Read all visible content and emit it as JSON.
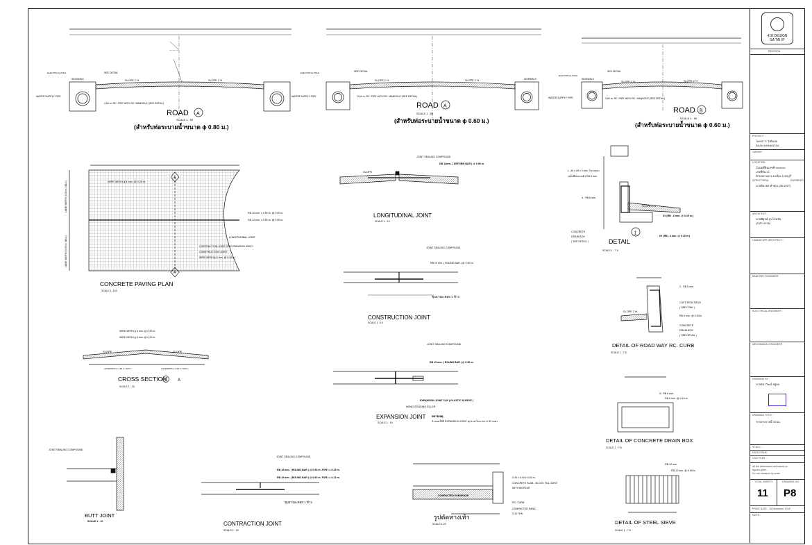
{
  "views": {
    "road_a1": {
      "title": "ROAD",
      "marker": "A",
      "scale": "SCALE          1 : 50",
      "note": "(สำหรับท่อระบายน้ำขนาด ϕ 0.80 ม.)",
      "pipe": "0.80 m. RC. PIPE WITH RC. MANHOLE (SEE DETAIL)"
    },
    "road_a2": {
      "title": "ROAD",
      "marker": "A",
      "scale": "SCALE          1 : 50",
      "note": "(สำหรับท่อระบายน้ำขนาด ϕ 0.60 ม.)",
      "pipe": "0.60 m. RC. PIPE WITH RC. MANHOLE (SEE DETAIL)"
    },
    "road_b": {
      "title": "ROAD",
      "marker": "B",
      "scale": "SCALE          1 : 50",
      "note": "(สำหรับท่อระบายน้ำขนาด ϕ 0.60 ม.)",
      "pipe": "0.60 m. RC. PIPE WITH RC. MANHOLE (SEE DETAIL)"
    },
    "labels": {
      "water": "WATER SUPPLY PIPE",
      "pole": "ELECTRICAL POLE",
      "see_detail": "SEE DETAIL",
      "sidewalk": "SIDEWALK",
      "slope": "SLOPE 2 %"
    },
    "paving": {
      "title": "CONCRETE PAVING PLAN",
      "scale": "SCALE                    1 :100",
      "n1": "WIRE MESH ϕ 6 mm. @ 0.25 m.",
      "n2": "RB 19 mm. x 0.50 m. @ 0.50 m.",
      "n3": "DB 12 mm. x 0.50 m. @ 0.50 m.",
      "n4": "LONGITUDINAL JOINT",
      "n5": "CONTRACTION JOINT OR EXPANSION JOINT",
      "n6": "CONSTRUCTION JOINT",
      "n7": "WIRE MESH ϕ 6 mm. @ 0.25 m.",
      "lane1": "LANE WIDTH (4.00 m. MAX.)",
      "lane2": "LANE WIDTH (4.00 m. MAX.)"
    },
    "cross": {
      "title": "CROSS SECTION",
      "scale": "SCALE                    1 : 20",
      "n1": "WIRE MESH ϕ 6 mm. @ 0.25 m.",
      "n2": "WIRE MESH ϕ 6 mm. @ 0.25 m.",
      "slope": "SLOPE",
      "w1": "LANEWIDTH ( 4.00 m. MAX )",
      "w2": "LANEWIDTH ( 4.00 m. MAX )"
    },
    "butt": {
      "title": "BUTT JOINT",
      "scale": "SCALE          1 : 10",
      "n1": "JOINT SEALING COMPOUND"
    },
    "long": {
      "title": "LONGITUDINAL  JOINT",
      "scale": "SCALE                              1 : 10",
      "n1": "JOINT SEALING COMPOUND",
      "n2": "DB 12mm. ( DEFORM BAR ) @ 0.50 m.",
      "slope": "SLOPE"
    },
    "constr": {
      "title": "CONSTRUCTION  JOINT",
      "scale": "SCALE                              1 : 10",
      "n1": "JOINT SEALING COMPOUND",
      "n2": "RB 19 mm. ( ROUND BAR ) @ 0.50 m.",
      "n3": "ชุบยางมะตอย 1 ข้าง"
    },
    "expan": {
      "title": "EXPANSION  JOINT",
      "scale": "SCALE                      1 : 10",
      "n1": "JOINT SEALING COMPOUND",
      "n2": "RB 19 mm. ( ROUND BAR ) @ 0.50 m.",
      "n3": "EXPANSION JOINT CAP ( PLASTIC SLEEVE )",
      "n4": "NONEXTRUDING FILLER",
      "n5": "หมายเหตุ",
      "n6": "กำหนดให้มี  EXPANSION JOINT ทุกระยะไม่มากกว่า 50 เมตร"
    },
    "contr": {
      "title": "CONTRACTION  JOINT",
      "scale": "SCALE                              1 : 10",
      "n1": "JOINT SEALING COMPOUND",
      "n2": "RB 19 mm. ( ROUND BAR ) @ 0.50 m. FOR t = 0.15 m.",
      "n3": "RB 19 mm. ( ROUND BAR ) @ 0.60 m. FOR t = 0.12 m.",
      "n4": "ชุบยางมะตอย 1 ข้าง"
    },
    "sidewalk_sec": {
      "title": "รูปตัดทางเท้า",
      "scale": "SCALE               1:20",
      "n1": "0.40 x 0.40 x 0.04 m.",
      "n2": "CONCRETE SLAB - BLOCK FILL JOINT",
      "n3": "WITH MORTAR",
      "n4": "RC. CURB",
      "n5": "COMPACTED SAND",
      "n6": "0.10 THK.",
      "n7": "COMPACTED SUBGRADE"
    },
    "detail1": {
      "title": "DETAIL",
      "marker": "1",
      "scale": "SCALE              1 : 7.5",
      "n1": "L -40 x 40 x 3 mm. โครงขอบ",
      "n2": "เหล็กยึดขนาดตัว RB 6 mm.",
      "n3": "4 - RB 6 mm.",
      "n4": "SLOPE 2 %",
      "n5": "6V (RB - 6 mm. @ 0.15 m.)",
      "n6": "6V (RB - 6 mm. @ 0.15 m.)",
      "n7": "CONCRETE",
      "n8": "DRAIN BOX",
      "n9": "( SEE DETAIL )"
    },
    "curb": {
      "title": "DETAIL OF ROAD WAY RC. CURB",
      "scale": "SCALE                                          1 : 7.5",
      "n1": "2 - RB 6 mm.",
      "n2": "CAST IRON SIEVE",
      "n3": "( SEE DTAIL )",
      "n4": "RB 6 mm. @ 0.20m.",
      "n5": "CONCRETE",
      "n6": "DRAIN BOX",
      "n7": "( SEE DETAIL )",
      "slope": "SLOPE 2 %"
    },
    "drainbox": {
      "title": "DETAIL  OF CONCRETE DRAIN BOX",
      "scale": "SCALE                                          1 : 7.5",
      "n1": "6 - RB 6 mm.",
      "n2": "RB 6 mm. @ 0.15 m."
    },
    "sieve": {
      "title": "DETAIL OF STEEL SIEVE",
      "scale": "SCALE                                          1 : 7.5",
      "n1": "RB-12 mm.",
      "n2": "RB-12 mm. @ 0.05 m."
    }
  },
  "titleblock": {
    "logo1": "418 DESIGN",
    "logo2": "SA TAI IP",
    "revision": "REVISION",
    "project": "PROJECT :",
    "project_v1": "โครงการ วังดินสอ",
    "project_v2": "BAAN AMNANTAA",
    "owner": "OWNER :",
    "location": "LOCATION :",
    "location_v1": "โฉนดที่ดินเลขที่ xxxxxxx",
    "location_v2": "เลขที่ดิน xx",
    "location_v3": "ตำบลบางนาง อ.เมือง จ.ชลบุรี",
    "structural": "STRUCTURAL",
    "engineer": "ENGINEER",
    "struct_v1": "นายปิยะพล ทำคุณ (สย.6057)",
    "architect": "ARCHITECT :",
    "arch_v1": "นายพิสูจน์ ภูปโชคชัย",
    "arch_v2": "(ส.สถ.4078)",
    "landscape": "LANDSCAPE ARCHITECT :",
    "sanitary": "SANITARY ENGINEER :",
    "electrical": "ELECTRICAL ENGINEER :",
    "mechanical": "MECHANICAL ENGINEER :",
    "drawn": "DRAWING BY :",
    "drawn_v1": "นายธนาวัฒน์ อยู่ผล",
    "dtitle": "DRAWING TITLE :",
    "dtitle_v1": "ระบบระบายน้ำ/ถนน",
    "scale": "SCALE :",
    "date_issue": "DATE ISSUE :",
    "cad": "CAD FILES :",
    "note_a": "All the dimensions are based on",
    "note_b": "figures given",
    "note_c": "Do not measure by scale",
    "total_sheets": "TOTAL SHEETS",
    "drawing_no": "DRAWING NO.",
    "sheets_val": "11",
    "dwg_val": "P8",
    "print_date": "PRINT DATE : 15 December 2016",
    "note": "NOTE :"
  }
}
